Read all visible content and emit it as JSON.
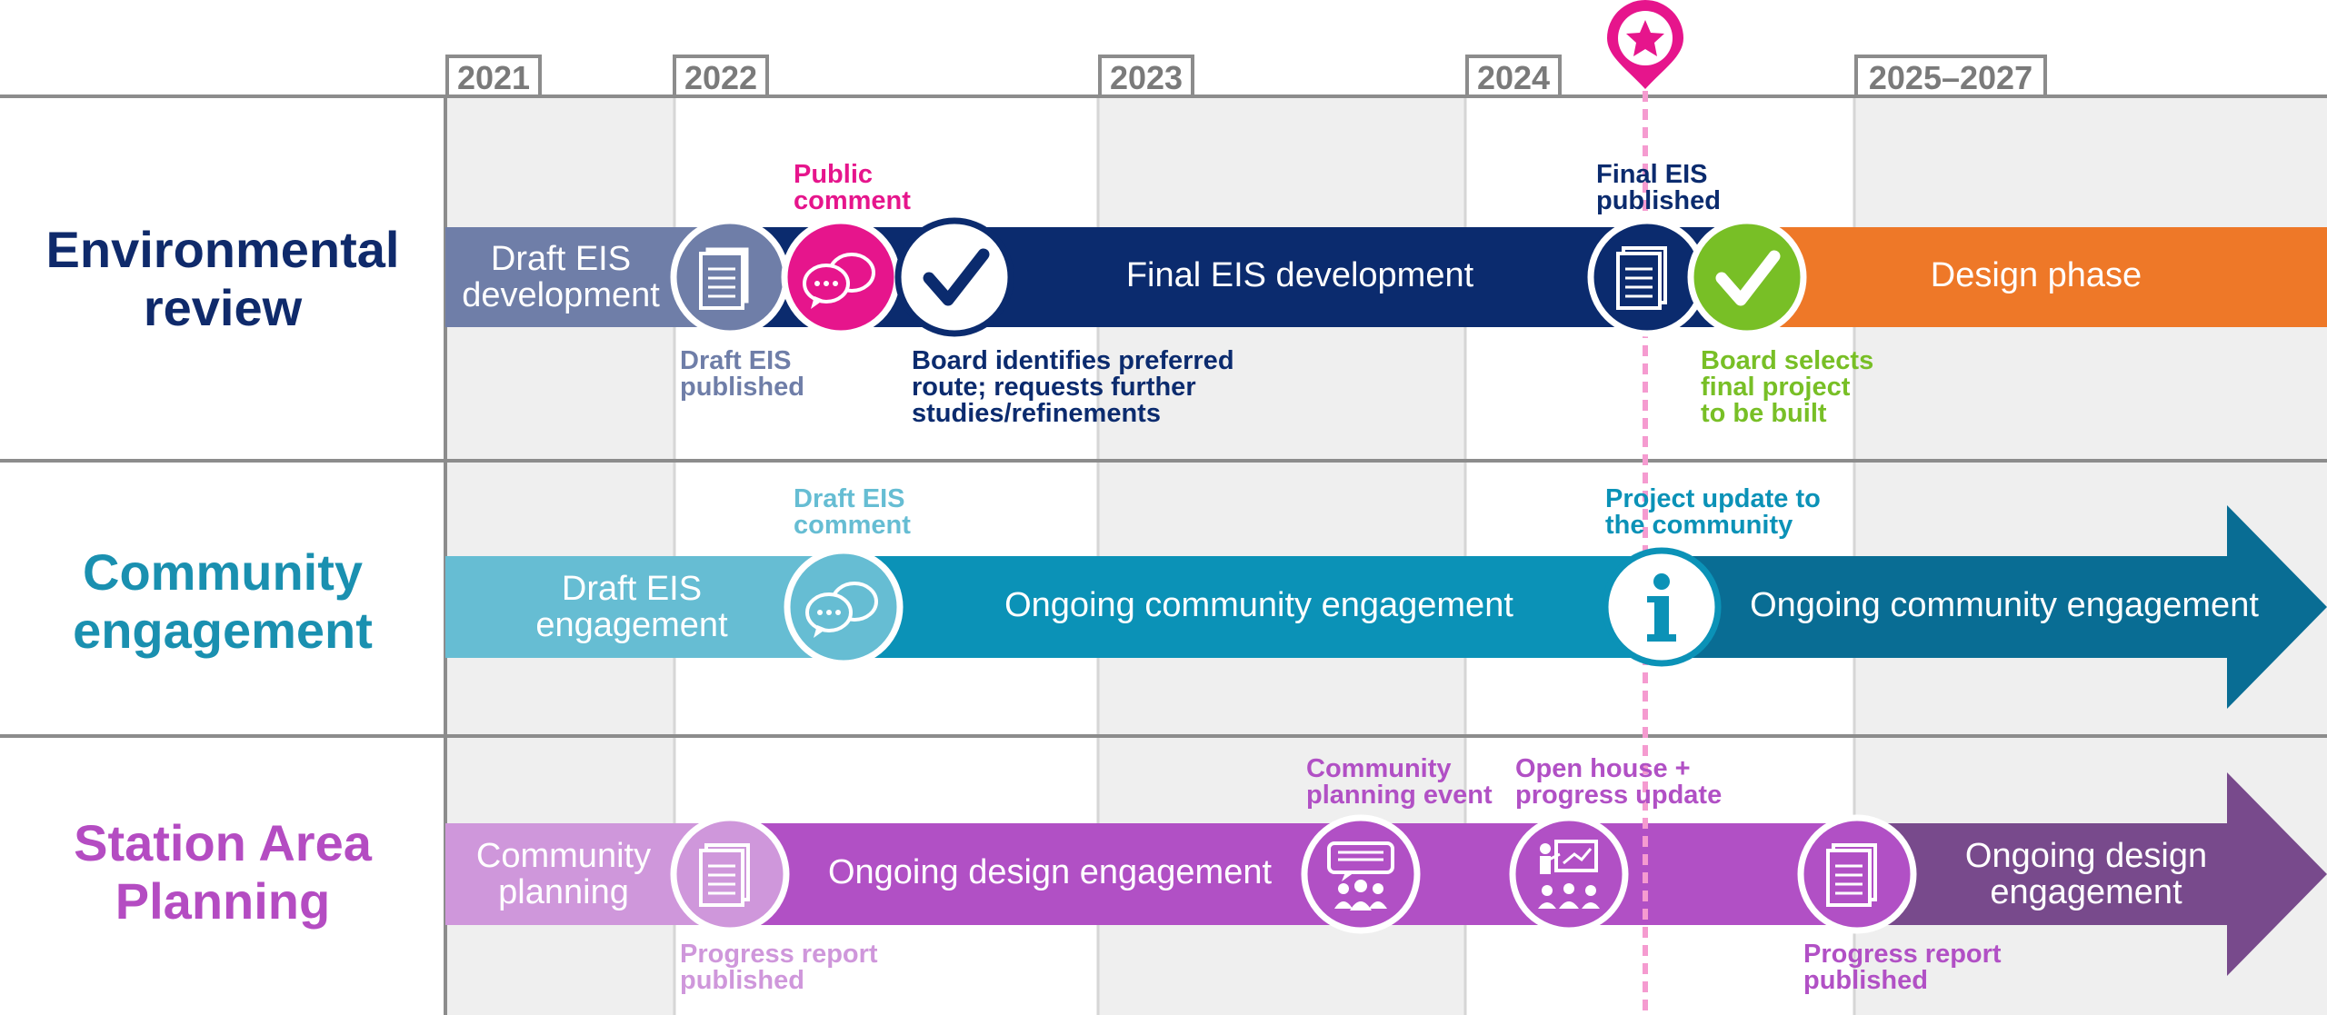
{
  "years": [
    "2021",
    "2022",
    "2023",
    "2024",
    "2025–2027"
  ],
  "rows": {
    "environmental": {
      "label": "Environmental\nreview",
      "bars": {
        "draft_dev": "Draft EIS\ndevelopment",
        "final_dev": "Final EIS development",
        "design": "Design phase"
      },
      "notes": {
        "public_comment": "Public\ncomment",
        "draft_published": "Draft EIS\npublished",
        "board_identifies": "Board identifies preferred\nroute; requests further\nstudies/refinements",
        "final_published": "Final EIS\npublished",
        "board_selects": "Board selects\nfinal project\nto be built"
      }
    },
    "community": {
      "label": "Community\nengagement",
      "bars": {
        "draft_engagement": "Draft EIS\nengagement",
        "ongoing_1": "Ongoing community engagement",
        "ongoing_2": "Ongoing community engagement"
      },
      "notes": {
        "draft_comment": "Draft EIS\ncomment",
        "project_update": "Project update to\nthe community"
      }
    },
    "station": {
      "label": "Station Area\nPlanning",
      "bars": {
        "community_planning": "Community\nplanning",
        "ongoing_design": "Ongoing design engagement",
        "ongoing_design_2": "Ongoing design\nengagement"
      },
      "notes": {
        "progress_1": "Progress report\npublished",
        "planning_event": "Community\nplanning event",
        "open_house": "Open house +\nprogress update",
        "progress_2": "Progress report\npublished"
      }
    }
  },
  "colors": {
    "env_label": "#0f2a6b",
    "env_draft": "#6f7ea8",
    "env_final": "#0b2b6e",
    "env_design": "#ee7828",
    "public_comment": "#e6158c",
    "board_selects": "#78bf26",
    "comm_label": "#1a90b0",
    "comm_light": "#66bdd3",
    "comm_mid": "#0b92b7",
    "comm_dark": "#096d94",
    "sap_label": "#b44cc2",
    "sap_light": "#cf97db",
    "sap_mid": "#b150c5",
    "sap_dark": "#784a8c",
    "today_marker": "#e6158c"
  },
  "icons": [
    "document-icon",
    "chat-bubbles-icon",
    "checkmark-icon",
    "info-icon",
    "presentation-icon",
    "audience-icon",
    "star-pin-icon"
  ]
}
